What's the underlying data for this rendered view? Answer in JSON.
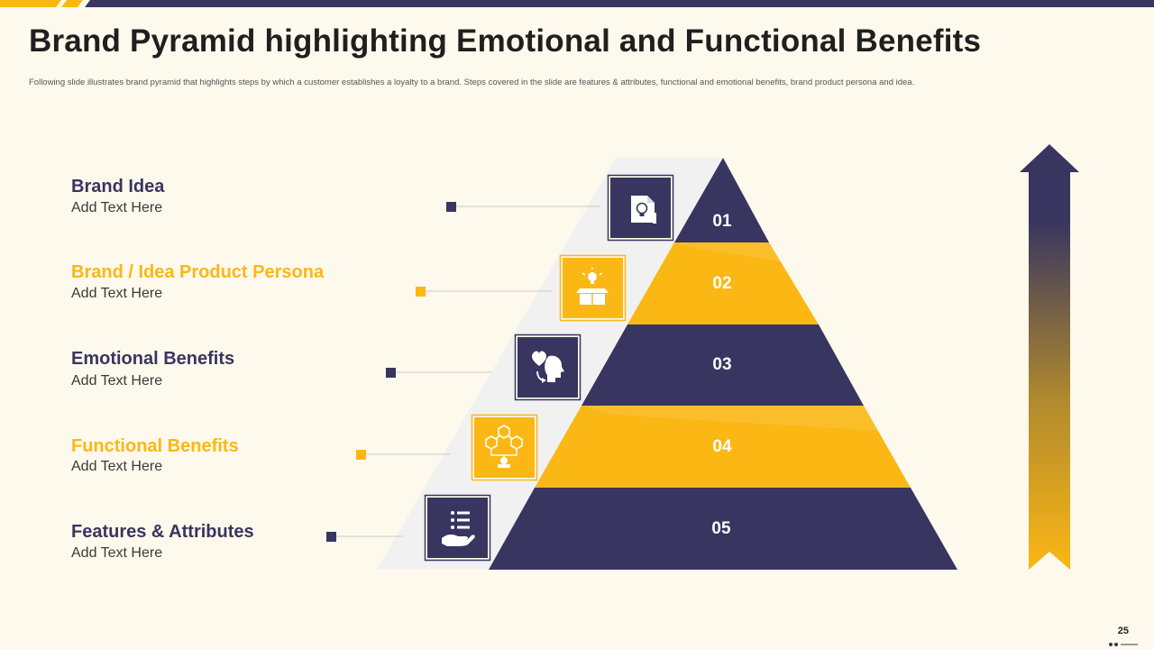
{
  "slide": {
    "title": "Brand Pyramid highlighting Emotional and Functional Benefits",
    "subtitle": "Following slide illustrates brand pyramid that highlights steps by which a customer establishes a loyalty to a brand. Steps covered in the slide are features & attributes, functional and emotional benefits, brand product persona            and idea.",
    "page_number": "25"
  },
  "colors": {
    "navy": "#383560",
    "yellow": "#fbb714",
    "background": "#fdf9ec",
    "shadow": "#f1f1f1"
  },
  "levels": [
    {
      "number": "01",
      "title": "Brand Idea",
      "text": "Add Text Here",
      "color": "navy",
      "icon": "idea-document-icon"
    },
    {
      "number": "02",
      "title": "Brand / Idea Product Persona",
      "text": "Add Text Here",
      "color": "yellow",
      "icon": "product-box-icon"
    },
    {
      "number": "03",
      "title": "Emotional Benefits",
      "text": "Add Text Here",
      "color": "navy",
      "icon": "heart-head-icon"
    },
    {
      "number": "04",
      "title": "Functional Benefits",
      "text": "Add Text Here",
      "color": "yellow",
      "icon": "workflow-icon"
    },
    {
      "number": "05",
      "title": "Features & Attributes",
      "text": "Add Text Here",
      "color": "navy",
      "icon": "hand-list-icon"
    }
  ]
}
